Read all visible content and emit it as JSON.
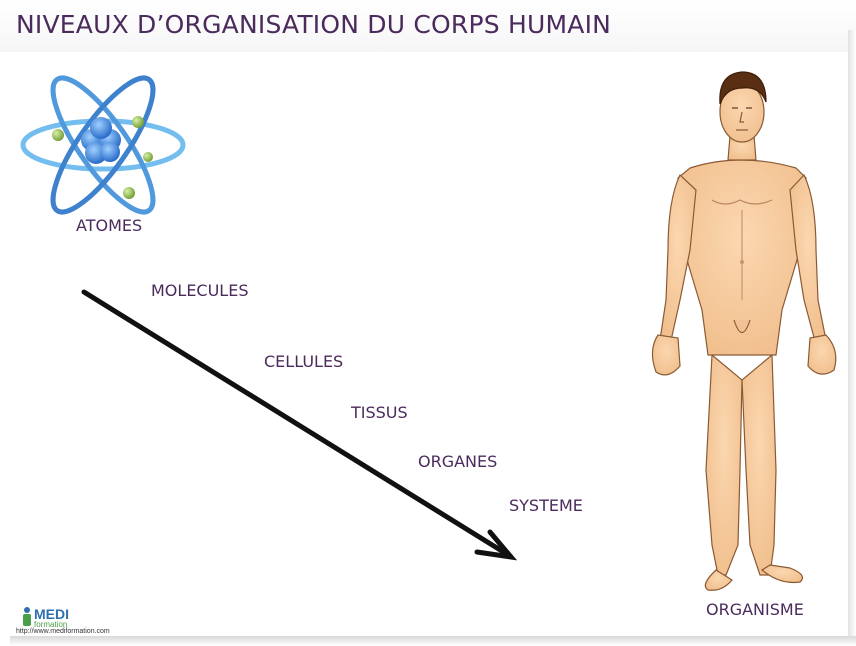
{
  "title": "NIVEAUX D’ORGANISATION DU CORPS HUMAIN",
  "levels": {
    "atomes": "ATOMES",
    "molecules": "MOLECULES",
    "cellules": "CELLULES",
    "tissus": "TISSUS",
    "organes": "ORGANES",
    "systeme": "SYSTEME",
    "organisme": "ORGANISME"
  },
  "logo": {
    "name": "MEDI",
    "sub": "formation",
    "url": "http://www.mediformation.com"
  },
  "colors": {
    "text": "#4b2a5c",
    "skin": "#f6c99c",
    "hair": "#5a2e12",
    "atom_blue": "#2f7bd6",
    "electron_green": "#8fb84f"
  }
}
